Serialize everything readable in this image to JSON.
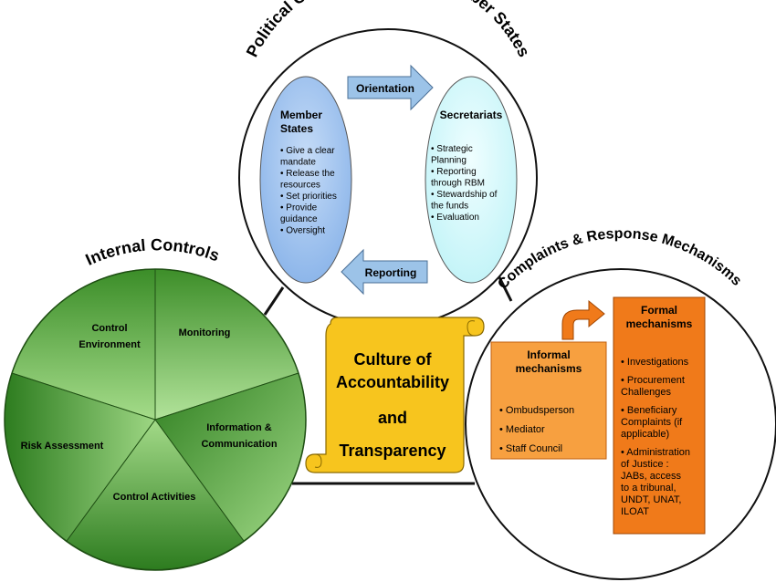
{
  "top_circle": {
    "title": "Political Covenant with the Member States",
    "member_states": {
      "title_line1": "Member",
      "title_line2": "States",
      "lines": [
        "• Give a clear",
        "mandate",
        "• Release the",
        "resources",
        "• Set priorities",
        "• Provide",
        "guidance",
        "• Oversight"
      ]
    },
    "secretariats": {
      "title": "Secretariats",
      "lines": [
        "• Strategic",
        "Planning",
        "• Reporting",
        "through RBM",
        "• Stewardship of",
        "the funds",
        "• Evaluation"
      ]
    },
    "orientation_label": "Orientation",
    "reporting_label": "Reporting"
  },
  "left_circle": {
    "title": "Internal Controls",
    "segments": {
      "control_environment": [
        "Control",
        "Environment"
      ],
      "monitoring": [
        "Monitoring"
      ],
      "information_communication": [
        "Information &",
        "Communication"
      ],
      "control_activities": [
        "Control Activities"
      ],
      "risk_assessment": [
        "Risk Assessment"
      ]
    }
  },
  "right_circle": {
    "title": "Complaints & Response Mechanisms",
    "informal": {
      "title_line1": "Informal",
      "title_line2": "mechanisms",
      "items": [
        "• Ombudsperson",
        "• Mediator",
        "• Staff Council"
      ]
    },
    "formal": {
      "title_line1": "Formal",
      "title_line2": "mechanisms",
      "lines": [
        "• Investigations",
        "• Procurement",
        "Challenges",
        "• Beneficiary",
        "Complaints (if",
        "applicable)",
        "• Administration",
        "of Justice :",
        "JABs, access",
        "to a tribunal,",
        "UNDT, UNAT,",
        "ILOAT"
      ]
    }
  },
  "center_scroll": {
    "lines": [
      "Culture of",
      "Accountability",
      "and",
      "Transparency"
    ]
  },
  "colors": {
    "green_dark": "#2f7d1f",
    "green_light": "#8ccf6e",
    "blue_oval": "#a8c8f0",
    "cyan_oval": "#d6fbfd",
    "arrow_blue": "#9cc3e8",
    "orange": "#f07a1a",
    "orange_light": "#f7a040",
    "scroll_yellow": "#f7c51e"
  }
}
